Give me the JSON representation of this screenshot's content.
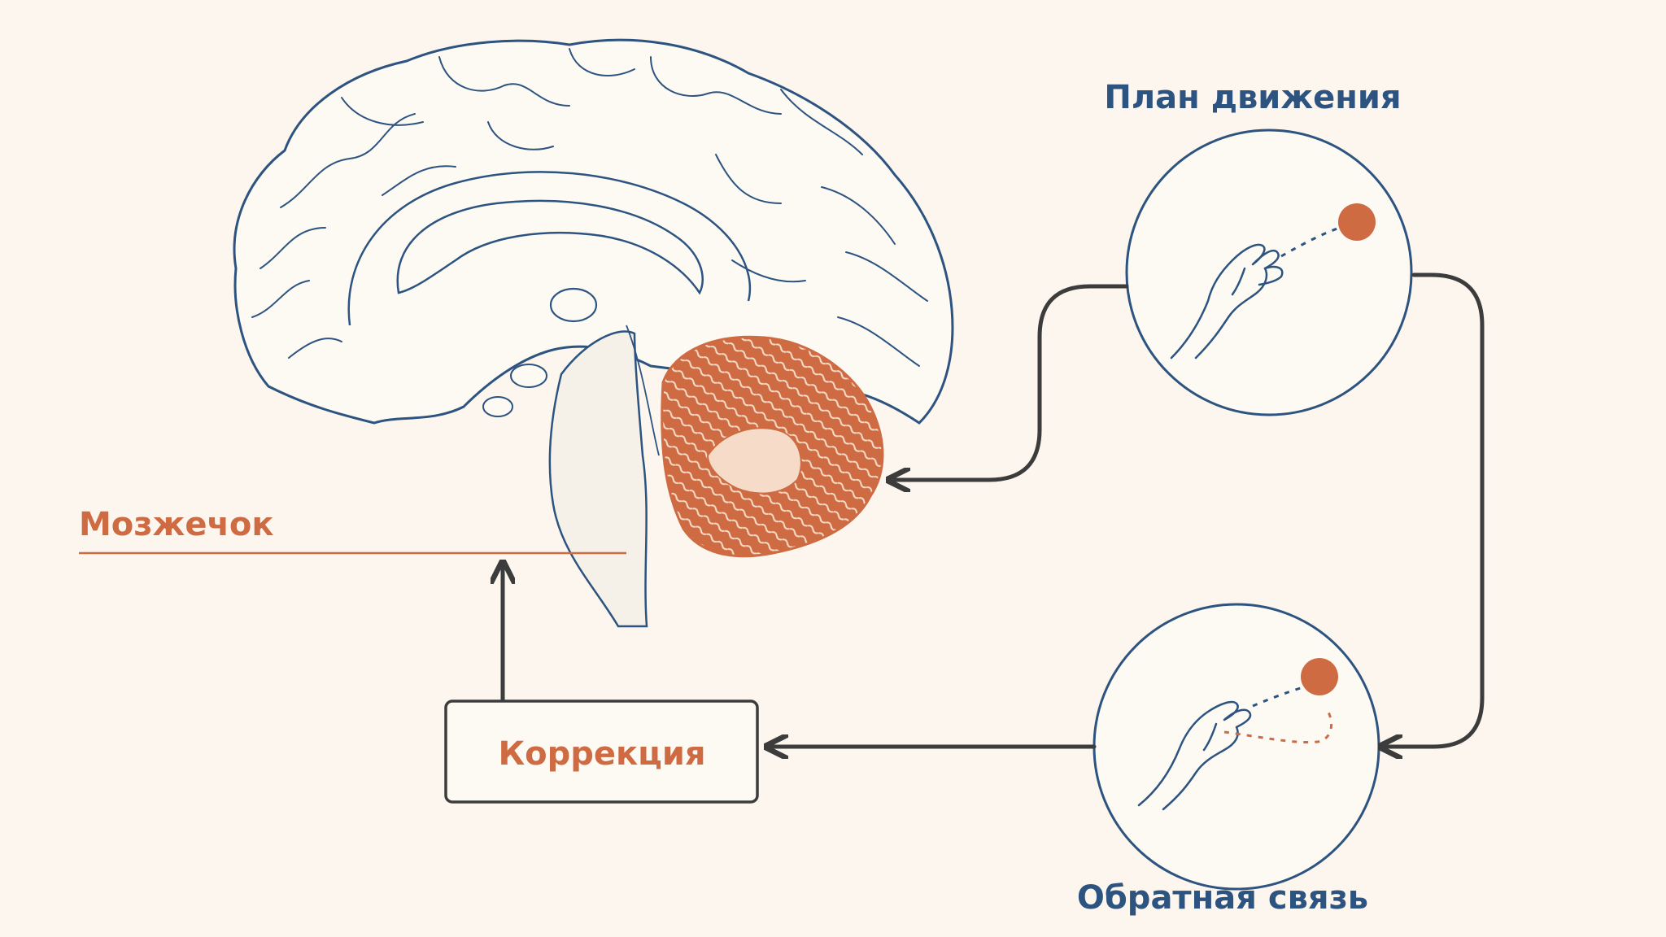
{
  "labels": {
    "plan": "План движения",
    "cerebellum": "Мозжечок",
    "correction": "Коррекция",
    "feedback": "Обратная связь"
  },
  "colors": {
    "background": "#fcf6ee",
    "outline_blue": "#2d5380",
    "accent_orange": "#cf6b42",
    "arrow_gray": "#3c3c3c"
  },
  "icons": [
    "brain-illustration",
    "cerebellum",
    "hand-icon",
    "target-dot-icon",
    "arrow-icon"
  ]
}
